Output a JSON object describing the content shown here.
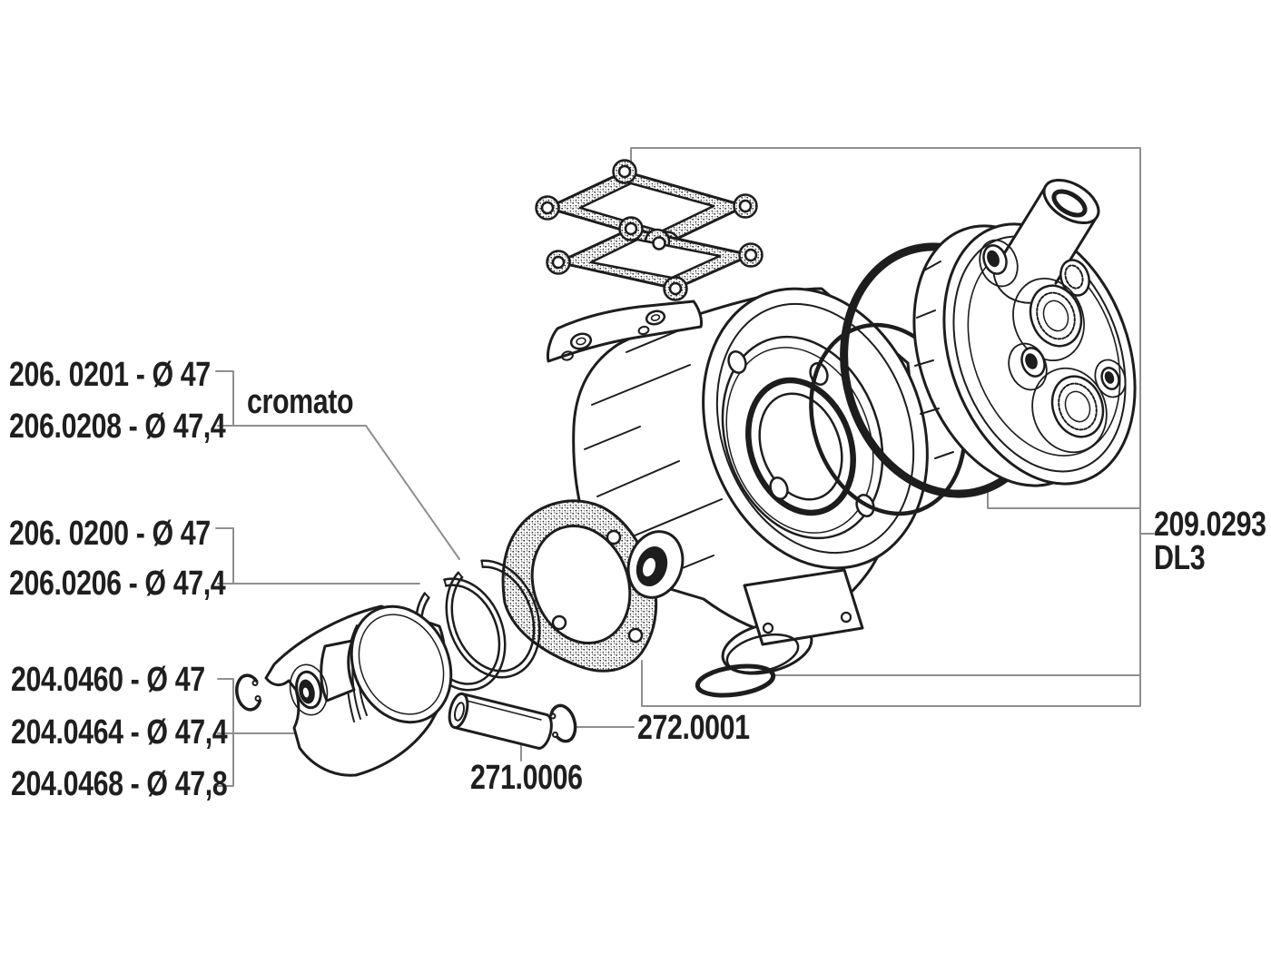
{
  "colors": {
    "background": "#ffffff",
    "ink": "#1d1d1d",
    "leader": "#8f8f8f",
    "text": "#1f1f1f"
  },
  "callouts": [
    {
      "part": "piston-ring-chrome",
      "lines": [
        "206. 0201 - Ø 47",
        "206.0208 - Ø 47,4"
      ],
      "note": "cromato"
    },
    {
      "part": "piston-ring",
      "lines": [
        "206. 0200 - Ø 47",
        "206.0206 - Ø 47,4"
      ]
    },
    {
      "part": "piston",
      "lines": [
        "204.0460 - Ø 47",
        "204.0464 - Ø 47,4",
        "204.0468 - Ø 47,8"
      ]
    },
    {
      "part": "pin-circlip",
      "lines": [
        "272.0001"
      ]
    },
    {
      "part": "wrist-pin",
      "lines": [
        "271.0006"
      ]
    },
    {
      "part": "gasket-set",
      "lines": [
        "209.0293",
        "DL3"
      ]
    }
  ],
  "parts": [
    "reed-valve-gasket-rear",
    "reed-valve-gasket-front",
    "cylinder",
    "cylinder-head",
    "head-o-ring-outer",
    "head-o-ring-inner",
    "exhaust-o-ring",
    "base-gasket",
    "piston-ring-chrome",
    "piston-ring",
    "piston",
    "piston-circlip",
    "wrist-pin",
    "pin-circlip"
  ]
}
